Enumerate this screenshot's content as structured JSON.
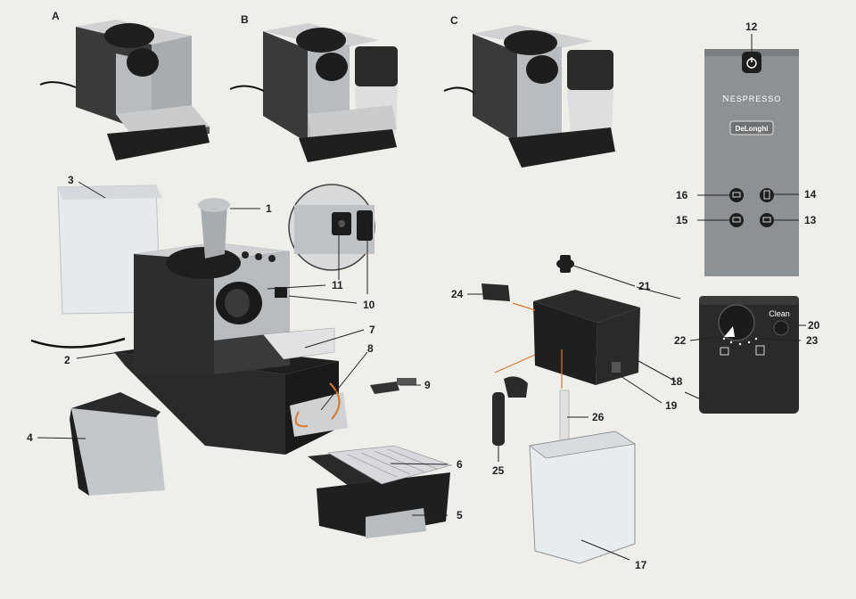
{
  "configurations": [
    "A",
    "B",
    "C"
  ],
  "callouts": {
    "c1": "1",
    "c2": "2",
    "c3": "3",
    "c4": "4",
    "c5": "5",
    "c6": "6",
    "c7": "7",
    "c8": "8",
    "c9": "9",
    "c10": "10",
    "c11": "11",
    "c12": "12",
    "c13": "13",
    "c14": "14",
    "c15": "15",
    "c16": "16",
    "c17": "17",
    "c18": "18",
    "c19": "19",
    "c20": "20",
    "c21": "21",
    "c22": "22",
    "c23": "23",
    "c24": "24",
    "c25": "25",
    "c26": "26"
  },
  "control_panel": {
    "brand": "NESPRESSO",
    "brand_initial": "N",
    "brand_rest": "ESPRESSO",
    "partner": "DeLonghi"
  },
  "milk_dial": {
    "clean_label": "Clean"
  },
  "colors": {
    "background": "#efeeeb",
    "machine_dark": "#2b2b2b",
    "machine_silver": "#b9bcbf",
    "panel_grey": "#8e9194",
    "leader_line": "#222222",
    "orange_accent": "#d9782a"
  }
}
